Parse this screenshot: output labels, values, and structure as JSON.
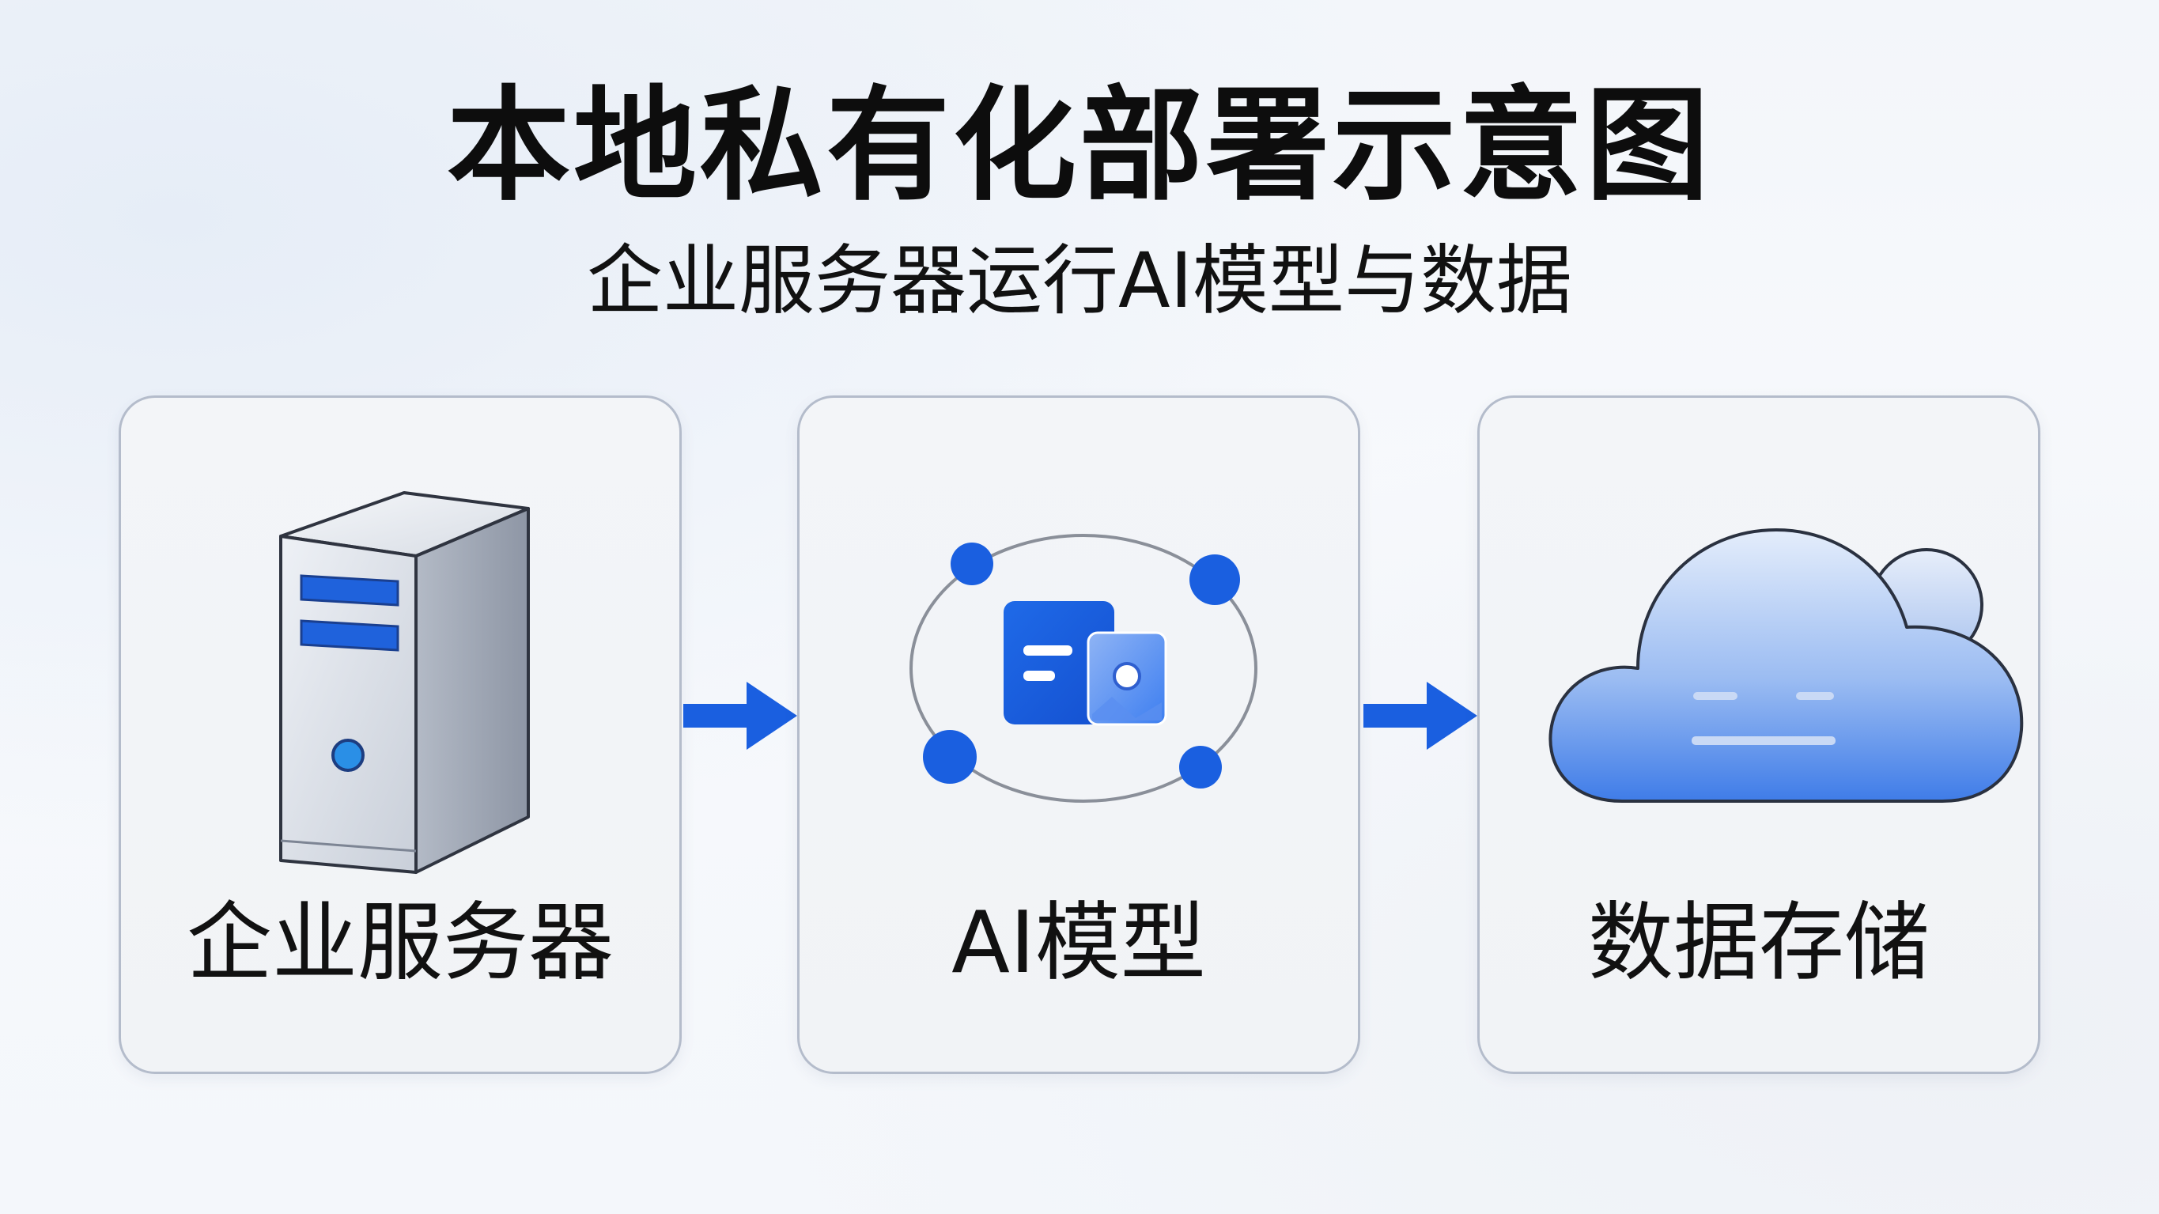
{
  "title": "本地私有化部署示意图",
  "subtitle": "企业服务器运行AI模型与数据",
  "cards": [
    {
      "label": "企业服务器",
      "icon": "server-icon"
    },
    {
      "label": "AI模型",
      "icon": "ai-model-icon"
    },
    {
      "label": "数据存储",
      "icon": "cloud-icon"
    }
  ],
  "arrows": [
    {
      "from": "企业服务器",
      "to": "AI模型",
      "icon": "arrow-right-icon"
    },
    {
      "from": "AI模型",
      "to": "数据存储",
      "icon": "arrow-right-icon"
    }
  ],
  "colors": {
    "accent": "#1a5fe0",
    "card_border": "#b4bccb",
    "text": "#111111"
  }
}
